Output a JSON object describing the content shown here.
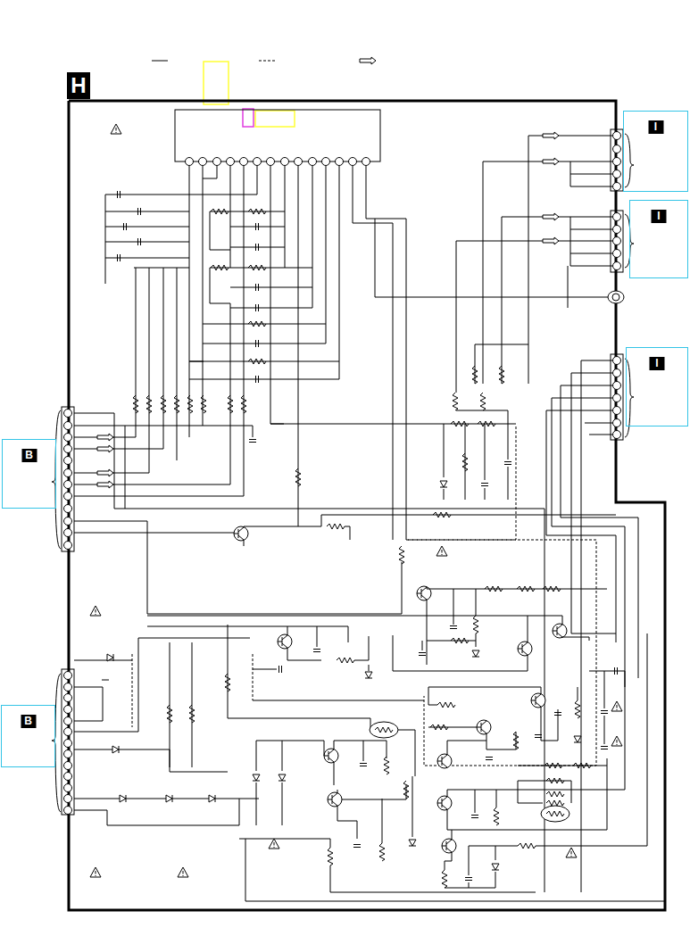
{
  "diagram": {
    "nodes": [
      {
        "text": [
          "H"
        ]
      },
      {
        "text": [
          "I"
        ]
      },
      {
        "text": [
          "I"
        ]
      },
      {
        "text": [
          "I"
        ]
      },
      {
        "text": [
          "B"
        ]
      },
      {
        "text": [
          "B"
        ]
      }
    ]
  }
}
